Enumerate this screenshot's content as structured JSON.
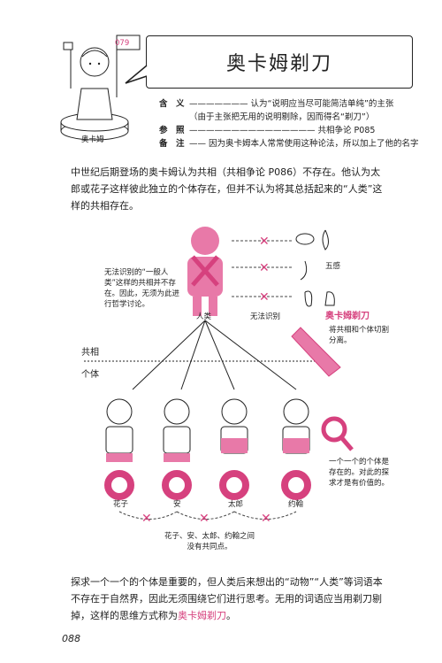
{
  "header": {
    "title": "奥卡姆剃刀",
    "badge": "079",
    "statue_caption": "奥卡姆"
  },
  "definitions": [
    {
      "key": "含　义",
      "value": "——————— 认为“说明应当尽可能简洁单纯”的主张"
    },
    {
      "key": "",
      "value": "（由于主张把无用的说明剔除，因而得名“剃刀”）"
    },
    {
      "key": "参　照",
      "value": "——————————————— 共相争论 P085"
    },
    {
      "key": "备　注",
      "value": "—— 因为奥卡姆本人常常使用这种论法，所以加上了他的名字"
    }
  ],
  "intro": "中世纪后期登场的奥卡姆认为共相（共相争论 P086）不存在。他认为太郎或花子这样彼此独立的个体存在，但并不认为将其总括起来的“人类”这样的共相存在。",
  "diagram": {
    "center_label": "人类",
    "left_note": "无法识别的“一般人类”这样的共相并不存在。因此，无须为此进行哲学讨论。",
    "senses_label": "五感",
    "cannot_recognize": "无法识别",
    "razor_title": "奥卡姆剃刀",
    "razor_note": "将共相和个体切割分离。",
    "universal_label": "共相",
    "individual_label": "个体",
    "names": [
      "花子",
      "安",
      "太郎",
      "约翰"
    ],
    "magnifier_note": "一个一个的个体是存在的。对此的探求才是有价值的。",
    "bottom_note": "花子、安、太郎、约翰之间没有共同点。"
  },
  "conclusion_parts": [
    "探求一个一个的个体是重要的，但人类后来想出的“动物”“人类”等词语本不存在于自然界，因此无须围绕它们进行思考。无用的词语应当用剃刀剔掉，这样的思维方式称为",
    "奥卡姆剃刀",
    "。"
  ],
  "page_number": "088"
}
